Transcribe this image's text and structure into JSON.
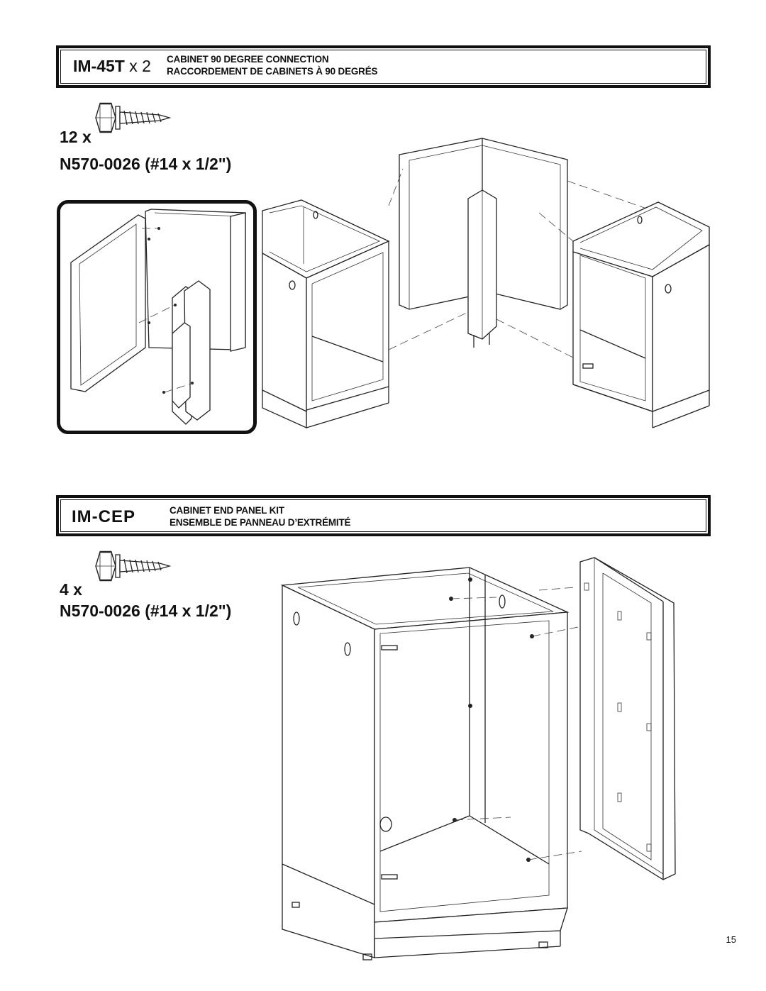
{
  "section1": {
    "model": "IM-45T",
    "multiplier": "x 2",
    "title_en": "CABINET 90 DEGREE CONNECTION",
    "title_fr": "RACCORDEMENT DE CABINETS À 90 DEGRÉS",
    "screw_qty": "12 x",
    "screw_part": "N570-0026 (#14 x 1/2\")",
    "screw_icon": "hex-head-screw-icon"
  },
  "section2": {
    "model": "IM-CEP",
    "title_en": "CABINET END PANEL KIT",
    "title_fr": "ENSEMBLE DE PANNEAU D’EXTRÉMITÉ",
    "screw_qty": "4 x",
    "screw_part": "N570-0026 (#14 x 1/2\")",
    "screw_icon": "hex-head-screw-icon"
  },
  "page_number": "15"
}
